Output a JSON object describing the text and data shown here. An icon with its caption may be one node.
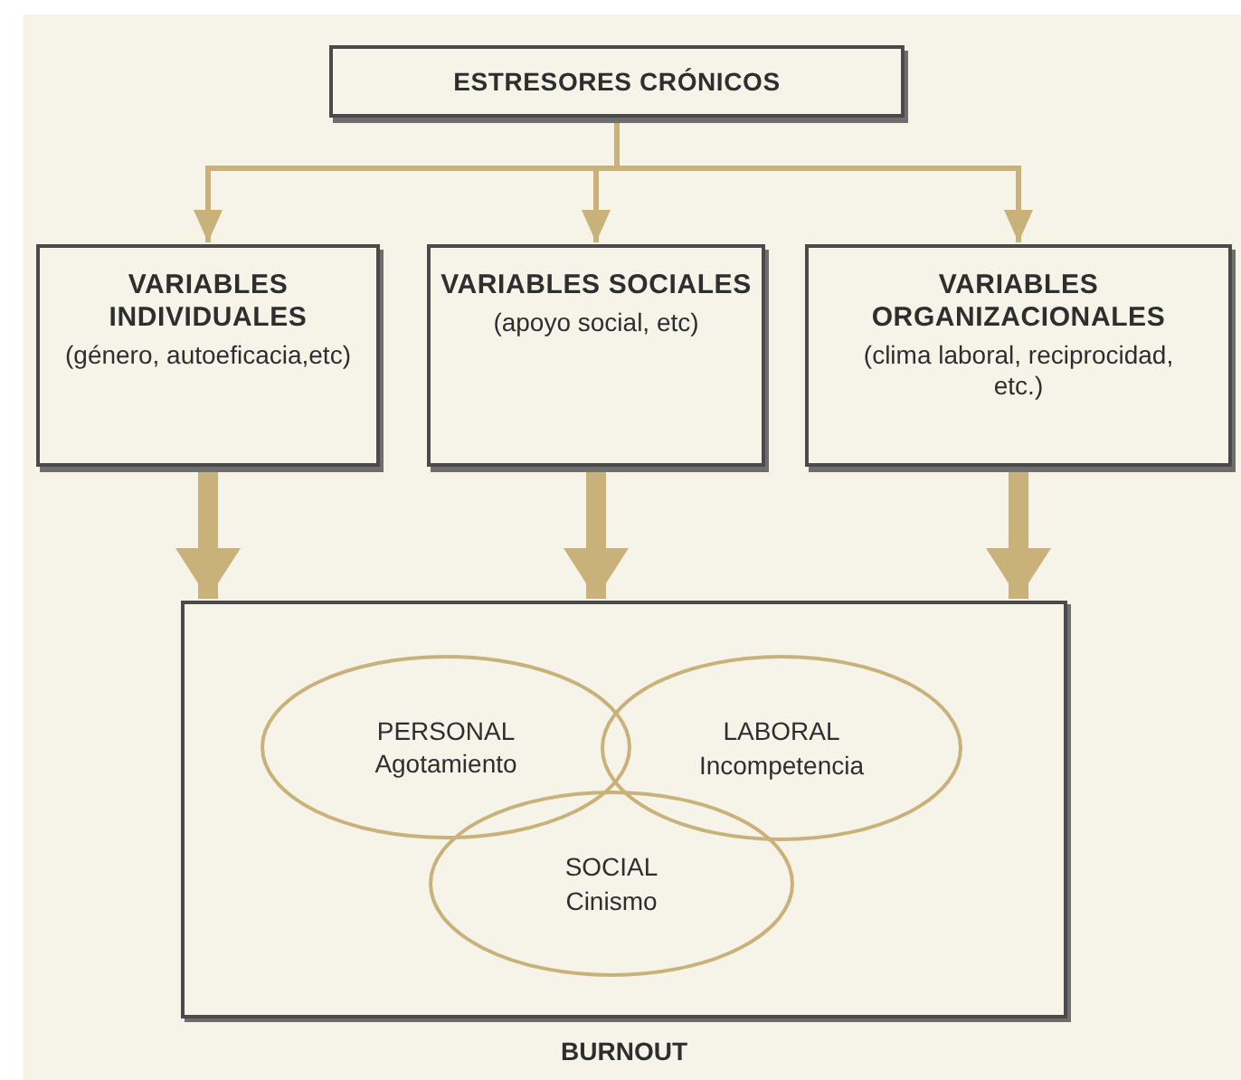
{
  "diagram": {
    "nodes": [
      {
        "text": [
          "ESTRESORES CRÓNICOS"
        ]
      },
      {
        "text": [
          "VARIABLES INDIVIDUALES",
          "(género, autoeficacia,etc)"
        ]
      },
      {
        "text": [
          "VARIABLES SOCIALES",
          "(apoyo social, etc)"
        ]
      },
      {
        "text": [
          "VARIABLES ORGANIZACIONALES",
          "(clima laboral, reciprocidad, etc.)"
        ]
      },
      {
        "text": [
          "BURNOUT"
        ]
      },
      {
        "text": [
          "PERSONAL",
          "Agotamiento"
        ],
        "in": 4
      },
      {
        "text": [
          "LABORAL",
          "Incompetencia"
        ],
        "in": 4
      },
      {
        "text": [
          "SOCIAL",
          "Cinismo"
        ],
        "in": 4
      }
    ],
    "edges": [
      {
        "from": 0,
        "to": 1,
        "arrow": "to"
      },
      {
        "from": 0,
        "to": 2,
        "arrow": "to"
      },
      {
        "from": 0,
        "to": 3,
        "arrow": "to"
      },
      {
        "from": 1,
        "to": 4,
        "arrow": "to",
        "style": "thick"
      },
      {
        "from": 2,
        "to": 4,
        "arrow": "to",
        "style": "thick"
      },
      {
        "from": 3,
        "to": 4,
        "arrow": "to",
        "style": "thick"
      }
    ]
  }
}
